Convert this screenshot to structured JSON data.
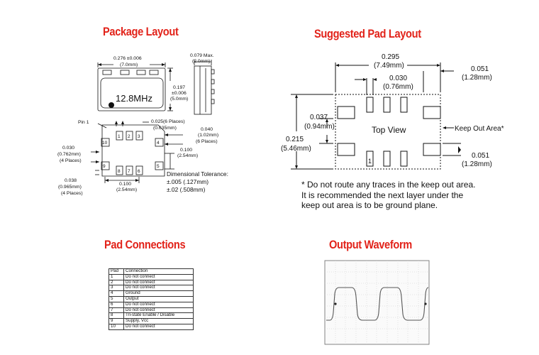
{
  "sections": {
    "package_layout": "Package Layout",
    "suggested_pad_layout": "Suggested Pad Layout",
    "pad_connections": "Pad Connections",
    "output_waveform": "Output Waveform"
  },
  "package": {
    "width_dim": "0.276 ±0.006",
    "width_mm": "(7.0mm)",
    "height_dim": "0.197",
    "height_tol": "±0.006",
    "height_mm": "(5.0mm)",
    "max_dim": "0.079 Max.",
    "max_mm": "(2.0mm)",
    "frequency": "12.8MHz",
    "pin1": "Pin 1",
    "pitch_dim": "0.025(6 Places)",
    "pitch_mm": "(0.635mm)",
    "pad_w_dim": "0.040",
    "pad_w_mm": "(1.02mm)",
    "pad_w_places": "(6 Places)",
    "side_dim": "0.030",
    "side_mm": "(0.762mm)",
    "side_places": "(4 Places)",
    "row_dim": "0.100",
    "row_mm": "(2.54mm)",
    "corner_dim": "0.038",
    "corner_mm": "(0.965mm)",
    "corner_places": "(4 Places)",
    "bottom_dim": "0.100",
    "bottom_mm": "(2.54mm)",
    "tolerance_title": "Dimensional Tolerance:",
    "tolerance_1": "±.005 (.127mm)",
    "tolerance_2": "±.02  (.508mm)",
    "pad_numbers": [
      "1",
      "2",
      "3",
      "4",
      "5",
      "6",
      "7",
      "8",
      "9",
      "10"
    ]
  },
  "pad_layout": {
    "overall_dim": "0.295",
    "overall_mm": "(7.49mm)",
    "edge_dim": "0.051",
    "edge_mm": "(1.28mm)",
    "pad_dim": "0.030",
    "pad_mm": "(0.76mm)",
    "gap_dim": "0.037",
    "gap_mm": "(0.94mm)",
    "height_dim": "0.215",
    "height_mm": "(5.46mm)",
    "view_label": "Top View",
    "keep_out_label": "Keep Out Area*",
    "bottom_dim": "0.051",
    "bottom_mm": "(1.28mm)",
    "pad1_label": "1",
    "note_lines": [
      "* Do not route any traces in the keep out area.",
      "It is recommended the next layer under the",
      "keep out area is to be ground plane."
    ]
  },
  "pad_table": {
    "headers": [
      "Pad",
      "Connection"
    ],
    "rows": [
      [
        "1",
        "Do not connect"
      ],
      [
        "2",
        "Do not connect"
      ],
      [
        "3",
        "Do not connect"
      ],
      [
        "4",
        "Ground"
      ],
      [
        "5",
        "Output"
      ],
      [
        "6",
        "Do not connect"
      ],
      [
        "7",
        "Do not connect"
      ],
      [
        "8",
        "Tri-state Enable / Disable"
      ],
      [
        "9",
        "Supply, Vcc"
      ],
      [
        "10",
        "Do not connect"
      ]
    ]
  },
  "colors": {
    "heading": "#e2231a",
    "waveform_trace": "#555555",
    "scope_grid": "#c8c8c8"
  }
}
